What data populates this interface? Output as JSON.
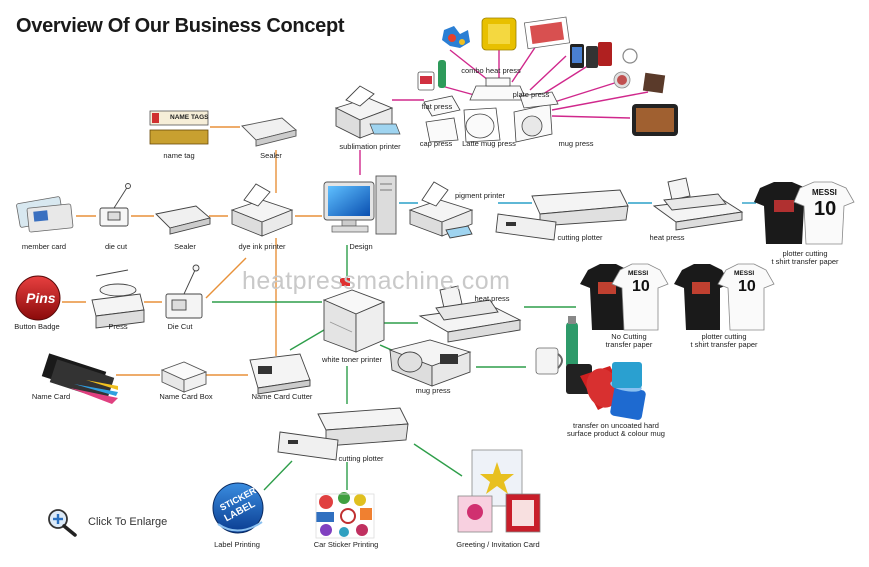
{
  "title": "Overview Of Our Business Concept",
  "watermark": "heatpressmachine.com",
  "enlarge_label": "Click To Enlarge",
  "labels": {
    "name_tag": "name tag",
    "sealer_top": "Sealer",
    "sublimation_printer": "sublimation printer",
    "combo_heat_press": "combo heat press",
    "plate_press": "plate press",
    "flat_press": "flat press",
    "cap_press": "cap press",
    "latte_mug_press": "Latte mug press",
    "mug_press_top": "mug press",
    "member_card": "member card",
    "die_cut": "die cut",
    "sealer_mid": "Sealer",
    "dye_ink_printer": "dye ink printer",
    "design": "Design",
    "pigment_printer": "pigment printer",
    "cutting_plotter_top": "cutting plotter",
    "heat_press_right": "heat press",
    "plotter_cutting_tshirt_1": "plotter cutting",
    "plotter_cutting_tshirt_2": "t shirt transfer paper",
    "button_badge": "Button Badge",
    "press": "Press",
    "die_cut_mid": "Die Cut",
    "heat_press_mid": "heat press",
    "no_cutting_1": "No Cutting",
    "no_cutting_2": "transfer paper",
    "plotter_cutting_mid_1": "plotter cutting",
    "plotter_cutting_mid_2": "t shirt transfer paper",
    "white_toner_printer": "white toner printer",
    "mug_press_mid": "mug press",
    "name_card": "Name Card",
    "name_card_box": "Name Card Box",
    "name_card_cutter": "Name Card Cutter",
    "transfer_uncoated_1": "transfer on uncoated hard",
    "transfer_uncoated_2": "surface product & colour mug",
    "cutting_plotter_bottom": "cutting plotter",
    "label_printing": "Label Printing",
    "car_sticker_printing": "Car Sticker Printing",
    "greeting_card": "Greeting / Invitation Card",
    "name_tags_text": "NAME TAGS",
    "pins_text": "Pins",
    "sticker_label_1": "STICKER",
    "sticker_label_2": "LABEL",
    "messi": "MESSI",
    "shirt_number": "10"
  },
  "colors": {
    "orange_line": "#e8913a",
    "green_line": "#2e9e4a",
    "blue_line": "#2aa0c8",
    "magenta_line": "#d0288c",
    "olive_line": "#9a9a2a"
  }
}
